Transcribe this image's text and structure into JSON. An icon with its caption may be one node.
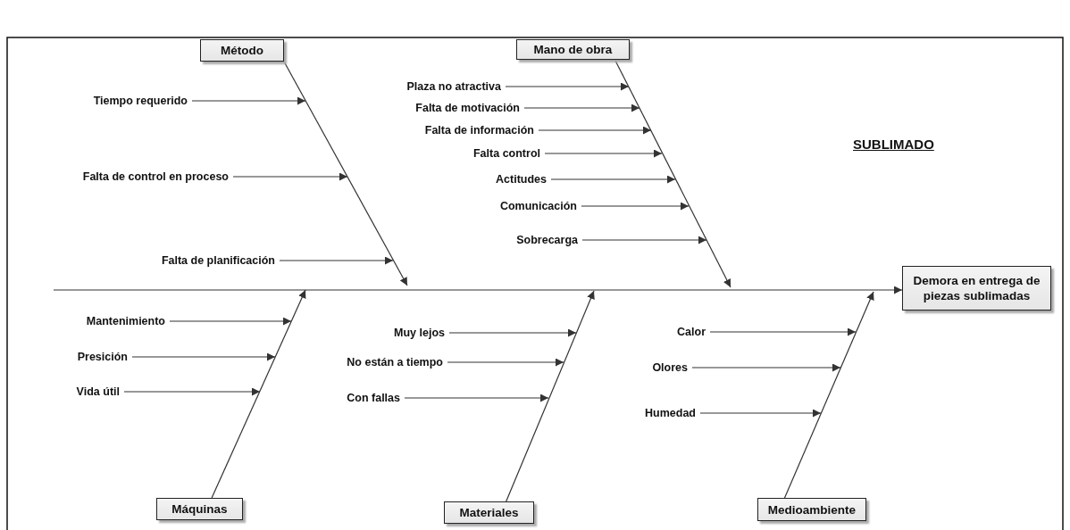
{
  "diagram": {
    "nodes": [
      {
        "text": [
          "Método"
        ]
      },
      {
        "text": [
          "Mano de obra"
        ]
      },
      {
        "text": [
          "Tiempo requerido"
        ]
      },
      {
        "text": [
          "Plaza no atractiva"
        ]
      },
      {
        "text": [
          "Falta de motivación"
        ]
      },
      {
        "text": [
          "Falta de información"
        ]
      },
      {
        "text": [
          "Falta de control en proceso"
        ]
      },
      {
        "text": [
          "Falta control"
        ]
      },
      {
        "text": [
          "Actitudes"
        ]
      },
      {
        "text": [
          "Comunicación"
        ]
      },
      {
        "text": [
          "Falta de planificación"
        ]
      },
      {
        "text": [
          "Sobrecarga"
        ]
      },
      {
        "text": [
          "Demora en entrega de piezas sublimadas"
        ]
      },
      {
        "text": [
          "Mantenimiento"
        ]
      },
      {
        "text": [
          "Muy lejos"
        ]
      },
      {
        "text": [
          "Calor"
        ]
      },
      {
        "text": [
          "Presición"
        ]
      },
      {
        "text": [
          "No están a tiempo"
        ]
      },
      {
        "text": [
          "Olores"
        ]
      },
      {
        "text": [
          "Vida útil"
        ]
      },
      {
        "text": [
          "Con fallas"
        ]
      },
      {
        "text": [
          "Humedad"
        ]
      },
      {
        "text": [
          "Máquinas"
        ]
      },
      {
        "text": [
          "Materiales"
        ]
      },
      {
        "text": [
          "Medioambiente"
        ]
      }
    ],
    "edges": [
      {
        "from": null,
        "to": 12,
        "arrow": "to"
      },
      {
        "from": 0,
        "to": null,
        "arrow": "to"
      },
      {
        "from": 1,
        "to": null,
        "arrow": "to"
      },
      {
        "from": 22,
        "to": null,
        "arrow": "to"
      },
      {
        "from": 23,
        "to": null,
        "arrow": "to"
      },
      {
        "from": 24,
        "to": null,
        "arrow": "to"
      },
      {
        "from": 2,
        "to": null,
        "arrow": "to"
      },
      {
        "from": 6,
        "to": null,
        "arrow": "to"
      },
      {
        "from": 10,
        "to": null,
        "arrow": "to"
      },
      {
        "from": 3,
        "to": null,
        "arrow": "to"
      },
      {
        "from": 4,
        "to": null,
        "arrow": "to"
      },
      {
        "from": 5,
        "to": null,
        "arrow": "to"
      },
      {
        "from": 7,
        "to": null,
        "arrow": "to"
      },
      {
        "from": 8,
        "to": null,
        "arrow": "to"
      },
      {
        "from": 9,
        "to": null,
        "arrow": "to"
      },
      {
        "from": 11,
        "to": null,
        "arrow": "to"
      },
      {
        "from": 13,
        "to": null,
        "arrow": "to"
      },
      {
        "from": 16,
        "to": null,
        "arrow": "to"
      },
      {
        "from": 19,
        "to": null,
        "arrow": "to"
      },
      {
        "from": 14,
        "to": null,
        "arrow": "to"
      },
      {
        "from": 17,
        "to": null,
        "arrow": "to"
      },
      {
        "from": 20,
        "to": null,
        "arrow": "to"
      },
      {
        "from": 15,
        "to": null,
        "arrow": "to"
      },
      {
        "from": 18,
        "to": null,
        "arrow": "to"
      },
      {
        "from": 21,
        "to": null,
        "arrow": "to"
      }
    ],
    "labels": [
      "SUBLIMADO"
    ]
  }
}
